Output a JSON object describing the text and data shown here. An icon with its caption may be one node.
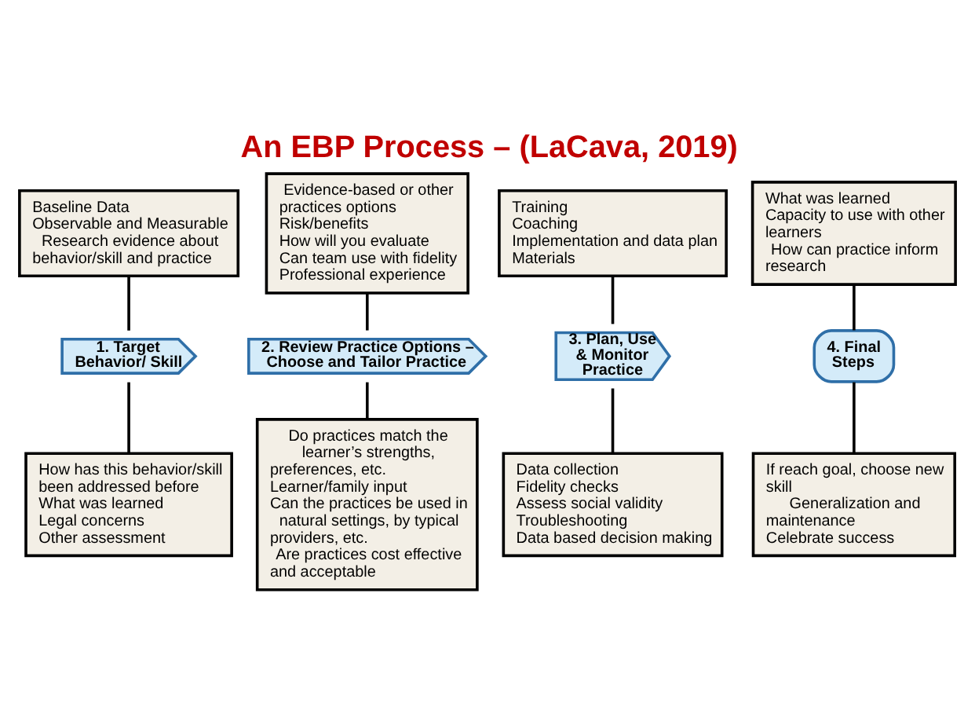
{
  "diagram": {
    "title": "An EBP Process – (LaCava, 2019)",
    "nodes": [
      {
        "text": [
          "Baseline Data",
          "Observable and Measurable",
          "Research evidence about behavior/skill and practice"
        ]
      },
      {
        "text": [
          "Evidence-based or other practices options",
          "Risk/benefits",
          "How will you evaluate",
          "Can team use with fidelity",
          "Professional experience"
        ]
      },
      {
        "text": [
          "Training",
          "Coaching",
          "Implementation and data plan",
          "Materials"
        ]
      },
      {
        "text": [
          "What was learned",
          "Capacity to use with other learners",
          "How can practice inform research"
        ]
      },
      {
        "text": [
          "1. Target Behavior/ Skill"
        ]
      },
      {
        "text": [
          "2. Review Practice Options – Choose and Tailor Practice"
        ]
      },
      {
        "text": [
          "3. Plan, Use & Monitor Practice"
        ]
      },
      {
        "text": [
          "4. Final Steps"
        ]
      },
      {
        "text": [
          "How has this behavior/skill been addressed before",
          "What was learned",
          "Legal concerns",
          "Other assessment"
        ]
      },
      {
        "text": [
          "Do practices match the learner’s strengths, preferences, etc.",
          "Learner/family input",
          "Can the practices be used in natural settings, by typical providers, etc.",
          "Are practices cost effective and acceptable"
        ]
      },
      {
        "text": [
          "Data collection",
          "Fidelity checks",
          "Assess social validity",
          "Troubleshooting",
          "Data based decision making"
        ]
      },
      {
        "text": [
          "If reach goal, choose new skill",
          "Generalization and maintenance",
          "Celebrate success"
        ]
      }
    ],
    "edges": [
      {
        "from": 0,
        "to": 4,
        "arrow": "none"
      },
      {
        "from": 1,
        "to": 5,
        "arrow": "none"
      },
      {
        "from": 2,
        "to": 6,
        "arrow": "none"
      },
      {
        "from": 3,
        "to": 7,
        "arrow": "none"
      },
      {
        "from": 4,
        "to": 8,
        "arrow": "none"
      },
      {
        "from": 5,
        "to": 9,
        "arrow": "none"
      },
      {
        "from": 6,
        "to": 10,
        "arrow": "none"
      },
      {
        "from": 7,
        "to": 11,
        "arrow": "none"
      }
    ]
  }
}
